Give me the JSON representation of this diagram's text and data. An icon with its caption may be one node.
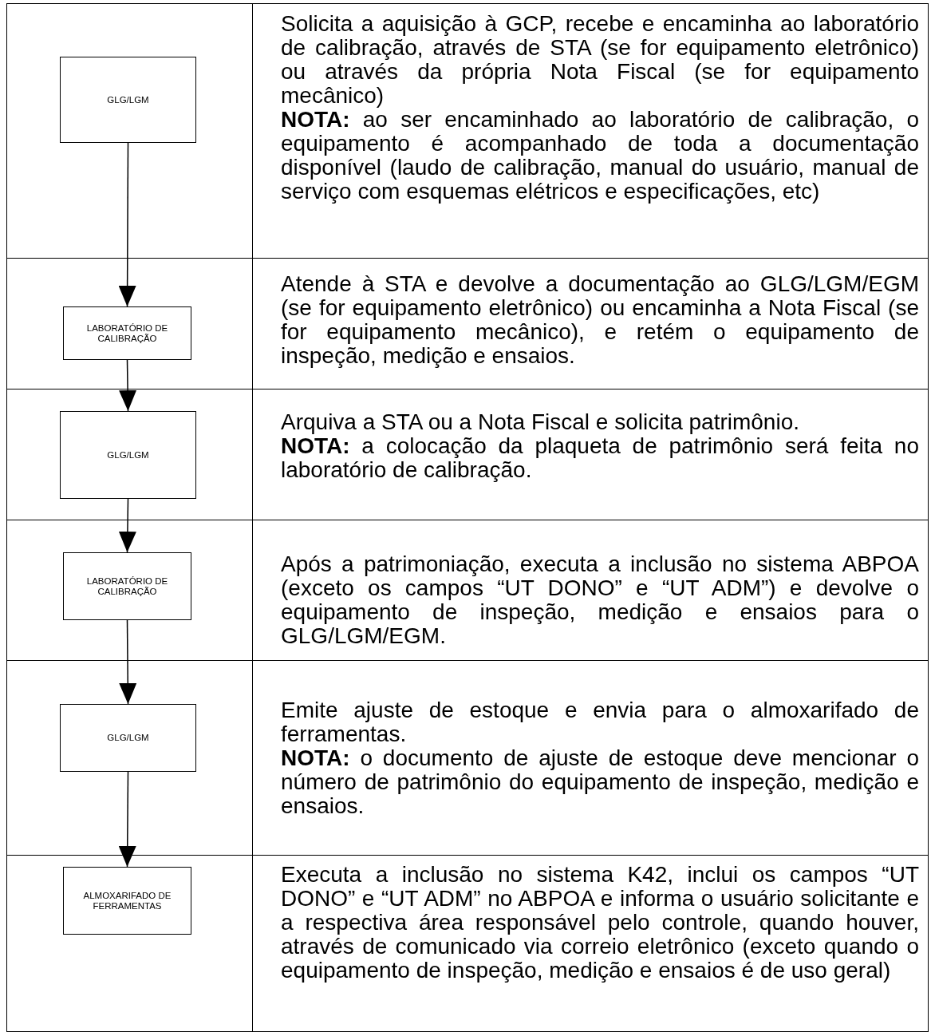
{
  "diagram": {
    "nodes": [
      {
        "text": [
          "GLG/LGM"
        ]
      },
      {
        "text": [
          "LABORATÓRIO DE CALIBRAÇÃO"
        ]
      },
      {
        "text": [
          "GLG/LGM"
        ]
      },
      {
        "text": [
          "LABORATÓRIO DE CALIBRAÇÃO"
        ]
      },
      {
        "text": [
          "GLG/LGM"
        ]
      },
      {
        "text": [
          "ALMOXARIFADO DE FERRAMENTAS"
        ]
      }
    ],
    "edges": [
      {
        "from": 0,
        "to": 1,
        "arrow": "to"
      },
      {
        "from": 1,
        "to": 2,
        "arrow": "to"
      },
      {
        "from": 2,
        "to": 3,
        "arrow": "to"
      },
      {
        "from": 3,
        "to": 4,
        "arrow": "to"
      },
      {
        "from": 4,
        "to": 5,
        "arrow": "to"
      }
    ],
    "labels": [
      "Solicita a aquisição à GCP, recebe e encaminha ao laboratório de calibração, através de STA (se for equipamento eletrônico) ou através da própria Nota Fiscal (se for equipamento mecânico)",
      "**NOTA:** ao ser encaminhado ao laboratório de calibração, o equipamento é acompanhado de toda a documentação disponível (laudo de calibração, manual do usuário, manual de serviço com esquemas elétricos e especificações, etc)",
      "Atende à STA e devolve a documentação ao GLG/LGM/EGM (se for equipamento eletrônico) ou encaminha a Nota Fiscal (se for equipamento mecânico), e retém o equipamento de inspeção, medição e ensaios.",
      "Arquiva a STA ou a Nota Fiscal e solicita patrimônio.",
      "**NOTA:** a colocação da plaqueta de patrimônio será feita no laboratório de calibração.",
      "Após a patrimoniação, executa a inclusão no sistema ABPOA (exceto os campos “UT DONO” e “UT ADM”) e devolve o equipamento de inspeção, medição e ensaios para o GLG/LGM/EGM.",
      "Emite ajuste de estoque e envia para o almoxarifado de ferramentas.",
      "**NOTA:** o documento de ajuste de estoque deve mencionar o número de patrimônio do equipamento de inspeção, medição e ensaios.",
      "Executa a inclusão no sistema K42, inclui os campos “UT DONO” e “UT ADM” no ABPOA e informa o usuário solicitante e a respectiva área responsável pelo controle, quando houver, através de comunicado via correio eletrônico (exceto quando o equipamento de inspeção, medição e ensaios é de uso geral)"
    ]
  }
}
